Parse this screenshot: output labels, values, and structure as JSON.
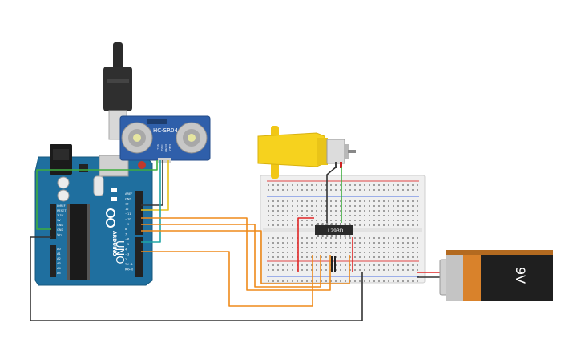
{
  "arduino": {
    "brand": "ARDUINO",
    "model": "UNO",
    "digital_pins": [
      "AREF",
      "GND",
      "13",
      "12",
      "~11",
      "~10",
      "~9",
      "8",
      "7",
      "~6",
      "~5",
      "4",
      "~3",
      "2",
      "TX→1",
      "RX←0"
    ],
    "power_pins": [
      "IOREF",
      "RESET",
      "3.3V",
      "5V",
      "GND",
      "GND",
      "Vin"
    ],
    "analog_pins": [
      "A0",
      "A1",
      "A2",
      "A3",
      "A4",
      "A5"
    ]
  },
  "sensor": {
    "label": "HC-SR04",
    "pins": [
      "VCC",
      "TRIG",
      "ECHO",
      "GND"
    ]
  },
  "driver_chip": {
    "label": "L293D"
  },
  "battery": {
    "label": "9V"
  },
  "colors": {
    "board": "#1f6f9f",
    "wire_orange": "#ef8a1a",
    "wire_green": "#3fae3f",
    "wire_black": "#333333",
    "wire_red": "#e02626",
    "wire_yellow": "#e6c21a",
    "motor_yellow": "#f6d21e",
    "battery_orange": "#d9822b"
  },
  "icons": [
    "usb-plug-icon",
    "dc-jack-icon",
    "dc-motor-icon"
  ]
}
